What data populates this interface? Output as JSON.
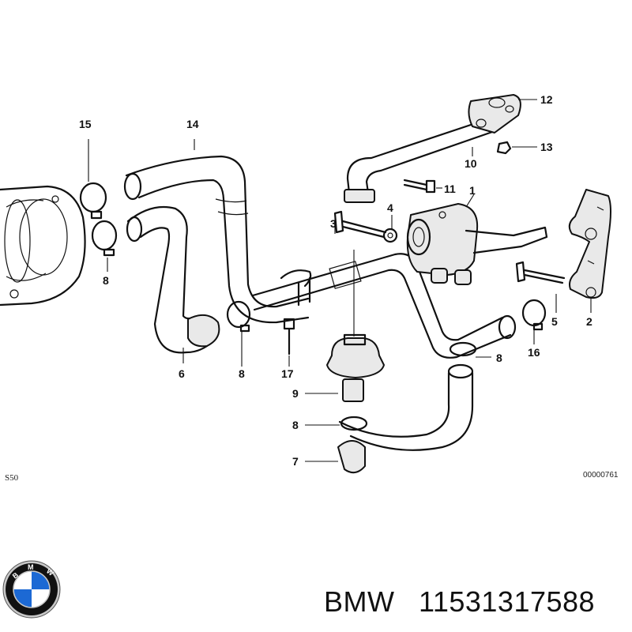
{
  "diagram": {
    "callouts": [
      "1",
      "2",
      "3",
      "4",
      "5",
      "6",
      "7",
      "8",
      "8",
      "8",
      "8",
      "9",
      "10",
      "11",
      "12",
      "13",
      "14",
      "15",
      "16",
      "17"
    ],
    "code_left": "S50",
    "code_right": "00000761"
  },
  "logo": {
    "name": "bmw-roundel",
    "lettering": "BMW",
    "colors": {
      "blue": "#1c69d4",
      "white": "#ffffff",
      "black": "#111111",
      "silver": "#c8c8c8"
    }
  },
  "caption": {
    "brand": "BMW",
    "part_number": "11531317588"
  }
}
